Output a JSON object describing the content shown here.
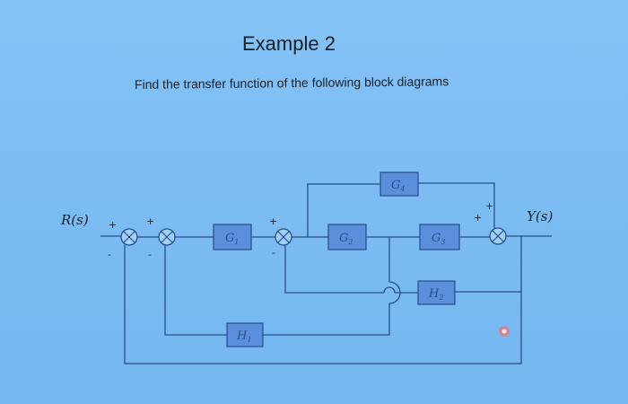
{
  "slide": {
    "title": "Example 2",
    "subtitle": "Find the transfer function of the following block diagrams"
  },
  "diagram": {
    "input_label": "R(s)",
    "output_label": "Y(s)",
    "blocks": {
      "G1": {
        "main": "G",
        "sub": "1"
      },
      "G2": {
        "main": "G",
        "sub": "2"
      },
      "G3": {
        "main": "G",
        "sub": "3"
      },
      "G4": {
        "main": "G",
        "sub": "4"
      },
      "H1": {
        "main": "H",
        "sub": "1"
      },
      "H2": {
        "main": "H",
        "sub": "2"
      }
    },
    "signs": {
      "sum1_in": "+",
      "sum1_fb": "-",
      "sum2_in": "+",
      "sum2_fb": "-",
      "sum3_in": "+",
      "sum3_fb": "-",
      "sum4_top": "+",
      "sum4_left": "+"
    },
    "colors": {
      "block_fill": "#5b8fdc",
      "wire": "#2a4e86",
      "background": "#7dbdf3"
    }
  }
}
